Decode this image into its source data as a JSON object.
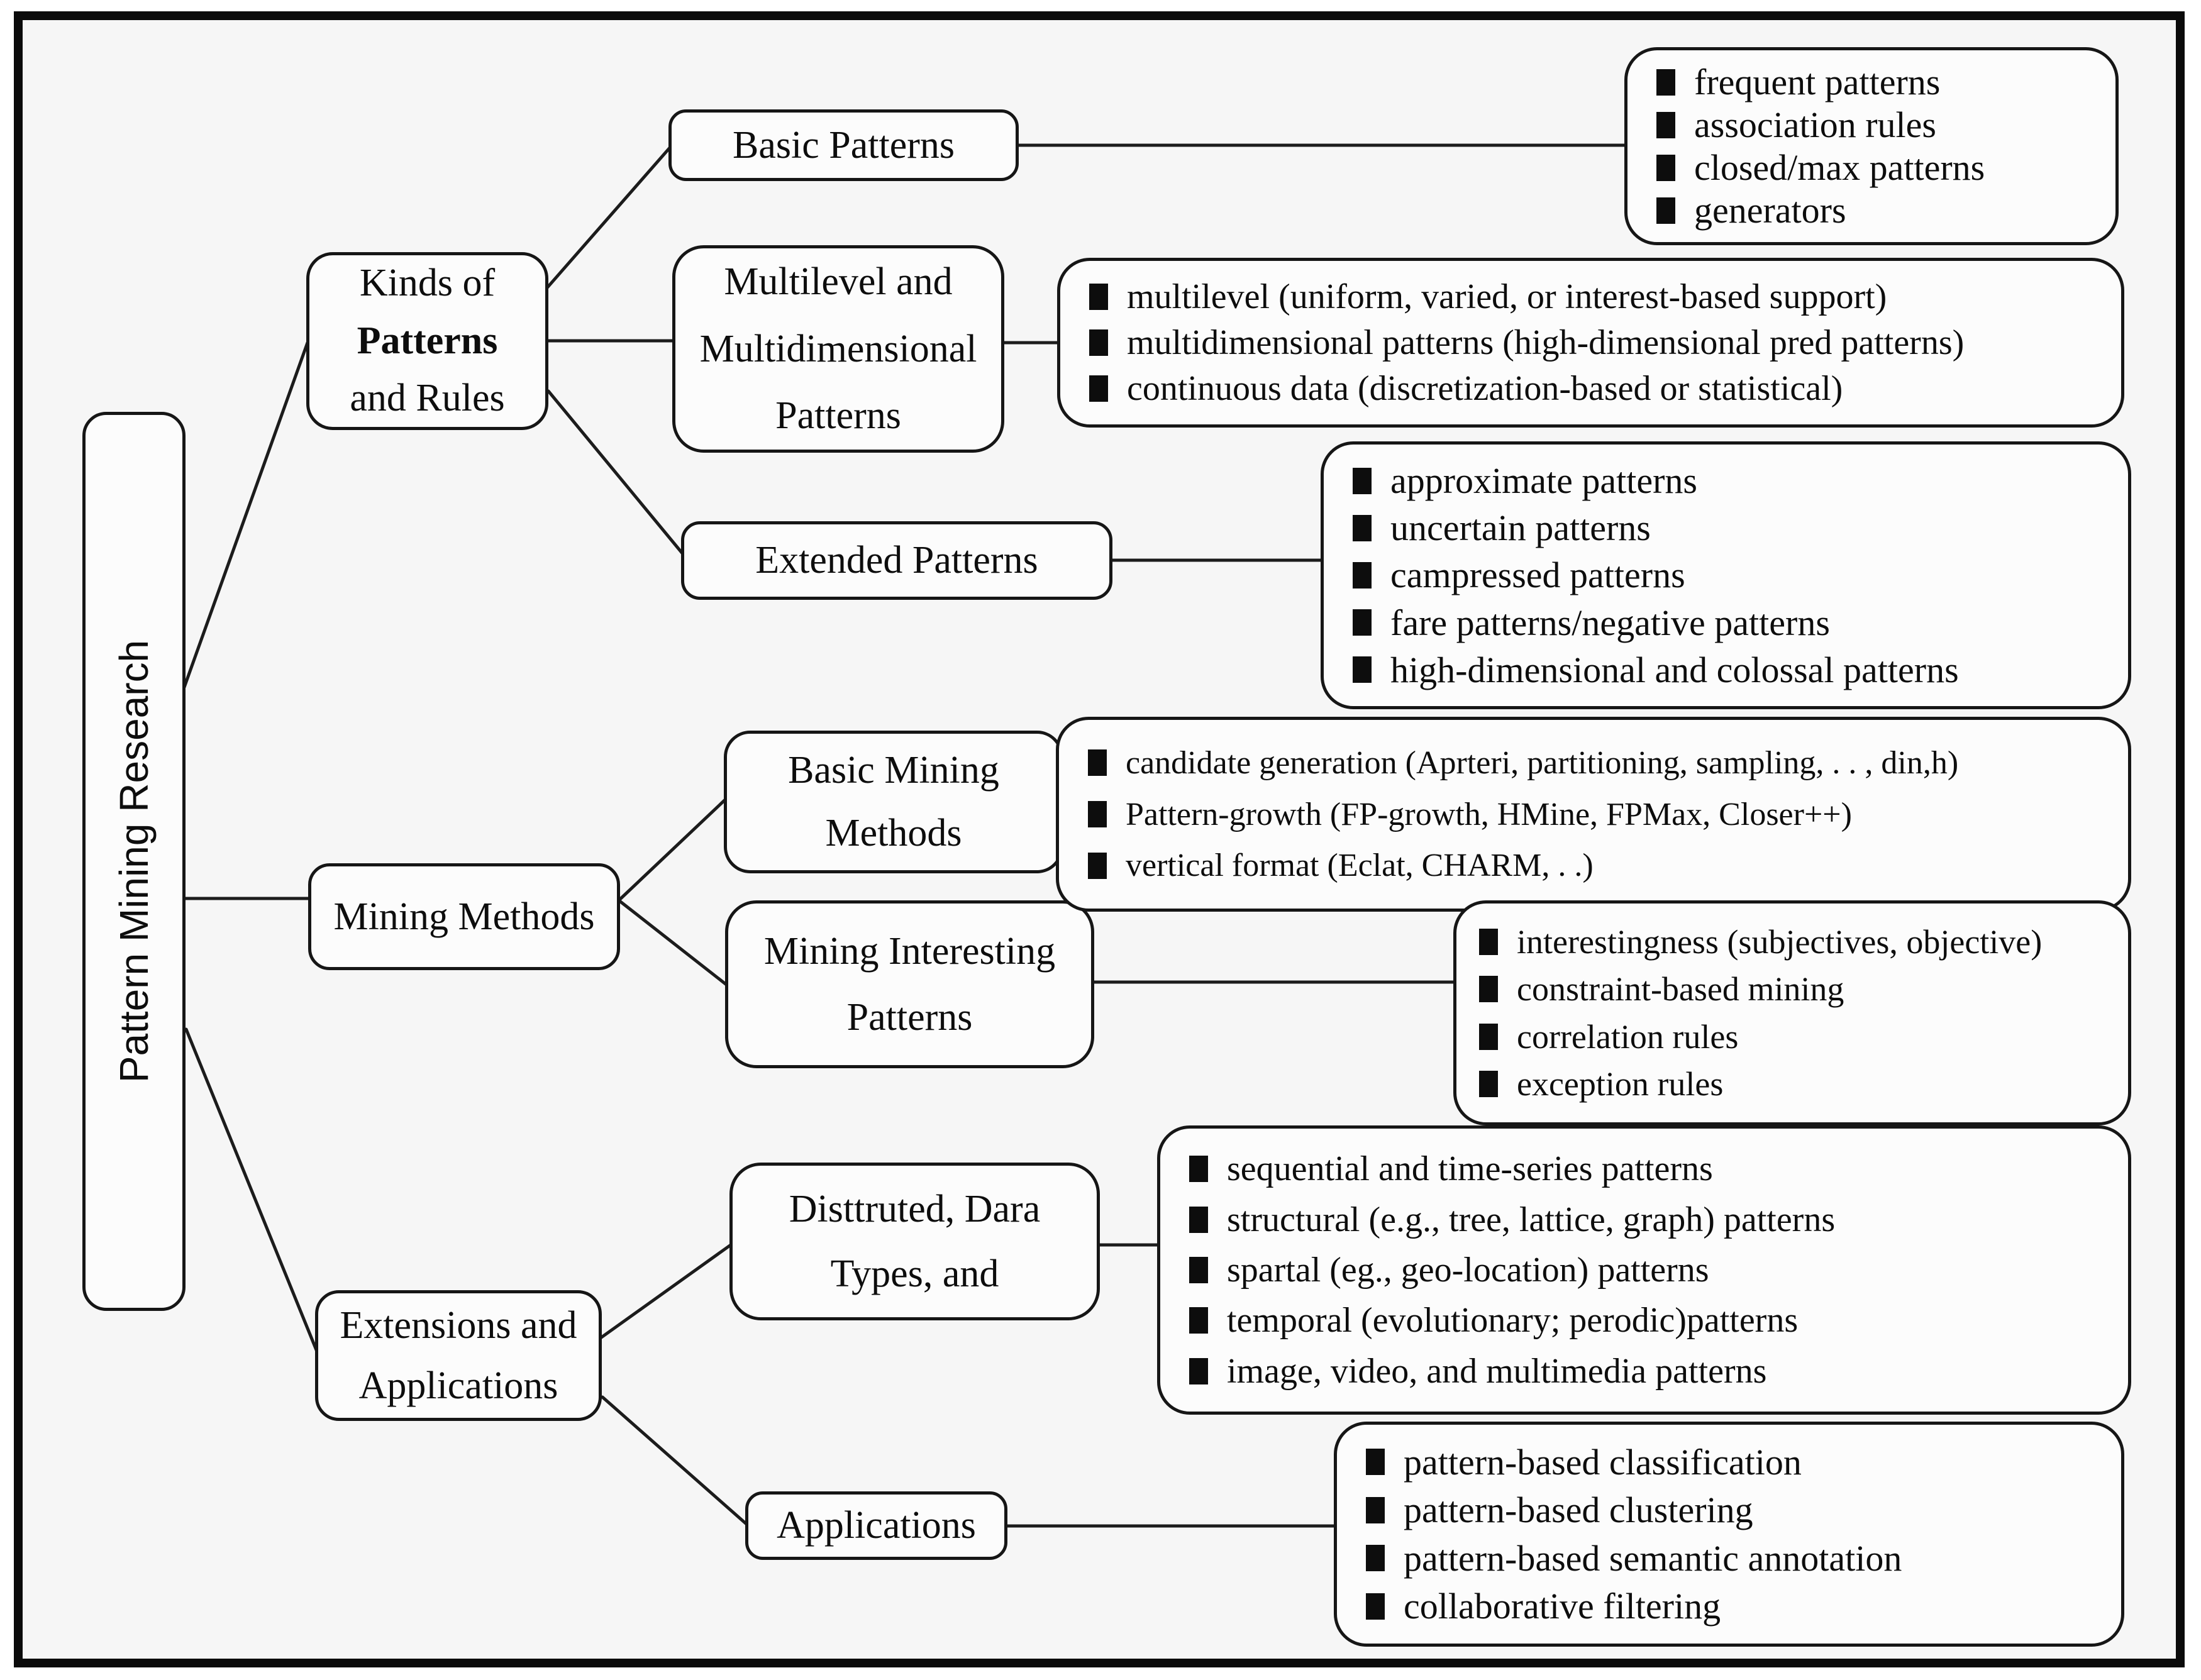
{
  "colors": {
    "page_background": "#f6f6f6",
    "frame_border": "#0b0b0b",
    "box_background": "#fcfcfc",
    "box_border": "#161616",
    "text": "#0d0d0d"
  },
  "nodes": {
    "root": "Pattern Mining Research",
    "kinds": {
      "line1": "Kinds of",
      "line2": "Patterns",
      "line3": "and Rules"
    },
    "mining_methods": "Mining Methods",
    "extensions": {
      "line1": "Extensions and",
      "line2": "Applications"
    },
    "basic_patterns": "Basic Patterns",
    "multilevel": {
      "line1": "Multilevel and",
      "line2": "Multidimensional",
      "line3": "Patterns"
    },
    "extended": "Extended Patterns",
    "basic_mining": {
      "line1": "Basic Mining",
      "line2": "Methods"
    },
    "mining_interesting": {
      "line1": "Mining Interesting",
      "line2": "Patterns"
    },
    "data_types": {
      "line1": "Disttruted, Dara",
      "line2": "Types, and"
    },
    "applications": "Applications"
  },
  "leaves": {
    "basic_patterns": [
      "frequent patterns",
      "association rules",
      "closed/max patterns",
      "generators"
    ],
    "multilevel": [
      "multilevel (uniform, varied, or interest-based support)",
      "multidimensional patterns (high-dimensional pred patterns)",
      "continuous data (discretization-based or statistical)"
    ],
    "extended": [
      "approximate patterns",
      "uncertain patterns",
      "campressed patterns",
      "fare patterns/negative patterns",
      "high-dimensional and colossal patterns"
    ],
    "basic_mining": [
      "candidate generation (Aprteri, partitioning, sampling, . . , din,h)",
      "Pattern-growth (FP-growth, HMine, FPMax, Closer++)",
      "vertical format (Eclat, CHARM, . .)"
    ],
    "mining_interesting": [
      "interestingness (subjectives, objective)",
      "constraint-based mining",
      "correlation rules",
      "exception rules"
    ],
    "data_types": [
      "sequential and time-series patterns",
      "structural (e.g., tree, lattice, graph) patterns",
      "spartal (eg.,  geo-location) patterns",
      "temporal (evolutionary; perodic)patterns",
      "image, video, and multimedia patterns"
    ],
    "applications": [
      "pattern-based classification",
      "pattern-based clustering",
      "pattern-based semantic annotation",
      "collaborative filtering"
    ]
  }
}
